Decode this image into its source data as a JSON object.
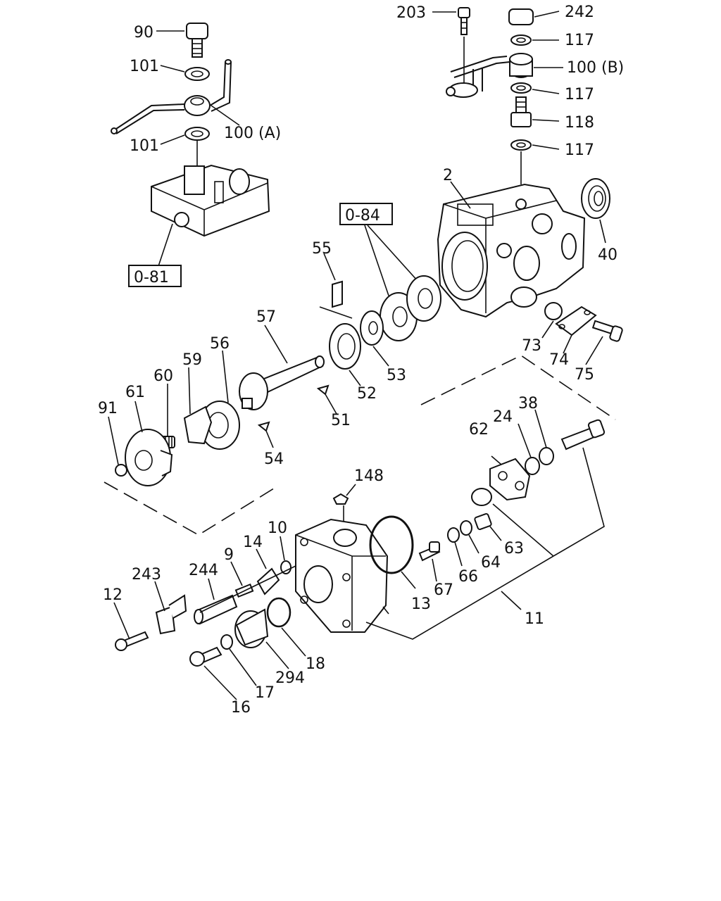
{
  "labels": {
    "p90": "90",
    "p101a": "101",
    "p100a": "100 (A)",
    "p101b": "101",
    "ref081": "0-81",
    "p203": "203",
    "p242": "242",
    "p117a": "117",
    "p100b": "100 (B)",
    "p117b": "117",
    "p118": "118",
    "p117c": "117",
    "p2": "2",
    "p40": "40",
    "ref084": "0-84",
    "p55": "55",
    "p57": "57",
    "p53": "53",
    "p52": "52",
    "p51": "51",
    "p56": "56",
    "p59": "59",
    "p60": "60",
    "p61": "61",
    "p91": "91",
    "p54": "54",
    "p73": "73",
    "p74": "74",
    "p75": "75",
    "p38": "38",
    "p24": "24",
    "p62": "62",
    "p148": "148",
    "p10": "10",
    "p14": "14",
    "p9": "9",
    "p244": "244",
    "p243": "243",
    "p12": "12",
    "p63": "63",
    "p64": "64",
    "p66": "66",
    "p67": "67",
    "p13": "13",
    "p11": "11",
    "p18": "18",
    "p294": "294",
    "p17": "17",
    "p16": "16"
  },
  "icons": {
    "bolt": "hex-bolt-icon",
    "washer": "washer-icon",
    "pipe": "banjo-pipe-icon",
    "housing": "pump-housing-icon",
    "bearing": "ball-bearing-icon",
    "shaft": "drive-shaft-icon",
    "oring": "o-ring-icon",
    "head": "hydraulic-head-icon"
  }
}
